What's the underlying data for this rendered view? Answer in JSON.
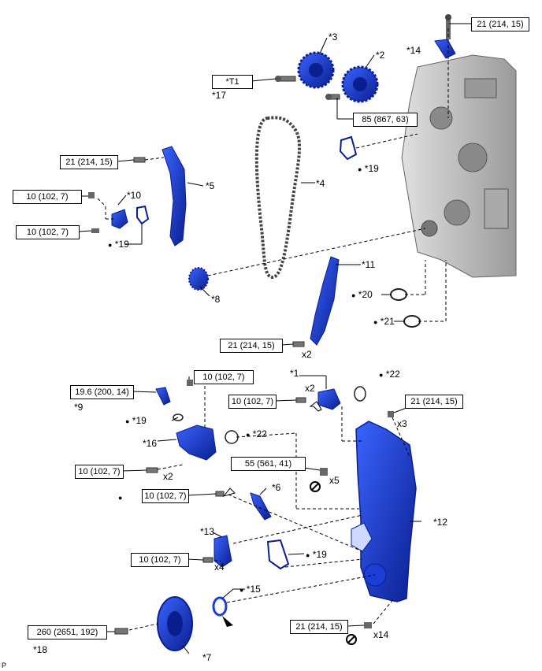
{
  "torques": {
    "t_14_bolt": "21 (214, 15)",
    "t_t1": "*T1",
    "t_85": "85 (867, 63)",
    "t_guide_top": "21 (214, 15)",
    "t_10_a": "10 (102, 7)",
    "t_10_b": "10 (102, 7)",
    "t_11": "21 (214, 15)",
    "t_9": "19.6 (200, 14)",
    "t_16_top": "10 (102, 7)",
    "t_1": "10 (102, 7)",
    "t_12_top": "21 (214, 15)",
    "t_16_left": "10 (102, 7)",
    "t_55": "55 (561, 41)",
    "t_6": "10 (102, 7)",
    "t_13": "10 (102, 7)",
    "t_crank": "260 (2651, 192)",
    "t_bottom": "21 (214, 15)"
  },
  "callouts": {
    "c3": "*3",
    "c2": "*2",
    "c14": "*14",
    "c17": "*17",
    "c19a": "*19",
    "c5": "*5",
    "c4": "*4",
    "c10": "*10",
    "c19b": "*19",
    "c11": "*11",
    "c8": "*8",
    "c20": "*20",
    "c21": "*21",
    "c1": "*1",
    "c22a": "*22",
    "c9": "*9",
    "c19c": "*19",
    "c16": "*16",
    "c22b": "*22",
    "c6": "*6",
    "c12": "*12",
    "c13": "*13",
    "c19d": "*19",
    "c15": "*15",
    "c7": "*7",
    "c18": "*18"
  },
  "counts": {
    "x2_chain": "x2",
    "x2_vvt": "x2",
    "x3": "x3",
    "x2_pump": "x2",
    "x5": "x5",
    "x4": "x4",
    "x14": "x14"
  },
  "symbols": {
    "dot": "●",
    "p_mark": "P"
  },
  "colors": {
    "part_blue": "#1b3fd6",
    "part_blue_dark": "#0a1f8f",
    "engine_gray": "#b8b8b8"
  }
}
